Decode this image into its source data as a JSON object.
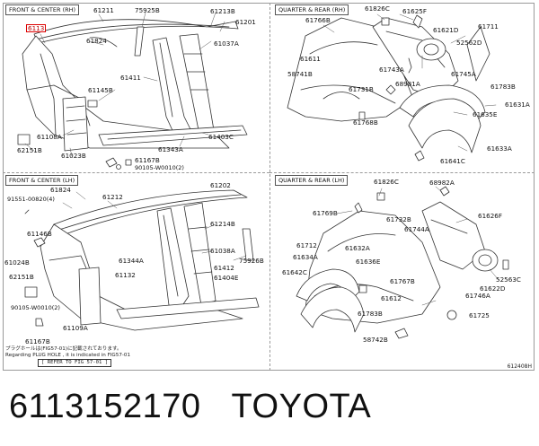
{
  "panels": {
    "fc_rh": {
      "title": "FRONT & CENTER (RH)",
      "labels": [
        "6113",
        "61211",
        "75925B",
        "61213B",
        "61201",
        "61824",
        "61037A",
        "61411",
        "61145B",
        "61108A",
        "62151B",
        "61023B",
        "61343A",
        "61403C",
        "61167B",
        "90105-W0010(2)"
      ]
    },
    "qr_rh": {
      "title": "QUARTER & REAR (RH)",
      "labels": [
        "61826C",
        "61625F",
        "61711",
        "61766B",
        "61621D",
        "52562D",
        "61611",
        "61743A",
        "61745A",
        "58741B",
        "61731B",
        "68981A",
        "61783B",
        "61631A",
        "61635E",
        "61768B",
        "61633A",
        "61641C"
      ]
    },
    "fc_lh": {
      "title": "FRONT & CENTER (LH)",
      "labels": [
        "61824",
        "61202",
        "91551-00820(4)",
        "61212",
        "61146B",
        "61214B",
        "61038A",
        "61024B",
        "61344A",
        "75926B",
        "61412",
        "62151B",
        "61132",
        "61404E",
        "90105-W0010(2)",
        "61109A",
        "61167B"
      ]
    },
    "qr_lh": {
      "title": "QUARTER & REAR (LH)",
      "labels": [
        "61826C",
        "68982A",
        "61769B",
        "61732B",
        "61626F",
        "61744A",
        "61712",
        "61632A",
        "61634A",
        "61636E",
        "61642C",
        "61767B",
        "52563C",
        "61746A",
        "61622D",
        "61612",
        "61725",
        "61783B",
        "58742B"
      ]
    }
  },
  "note": {
    "line1": "プラグホールは(FIG57-01)に記載されております。",
    "line2": "Regarding PLUG HOLE , it is indicated in FIG57-01",
    "refer": "[ REFER TO FIG 57-01 ]"
  },
  "diagram_code": "612408H",
  "caption": {
    "part_number": "6113152170",
    "brand": "TOYOTA"
  }
}
